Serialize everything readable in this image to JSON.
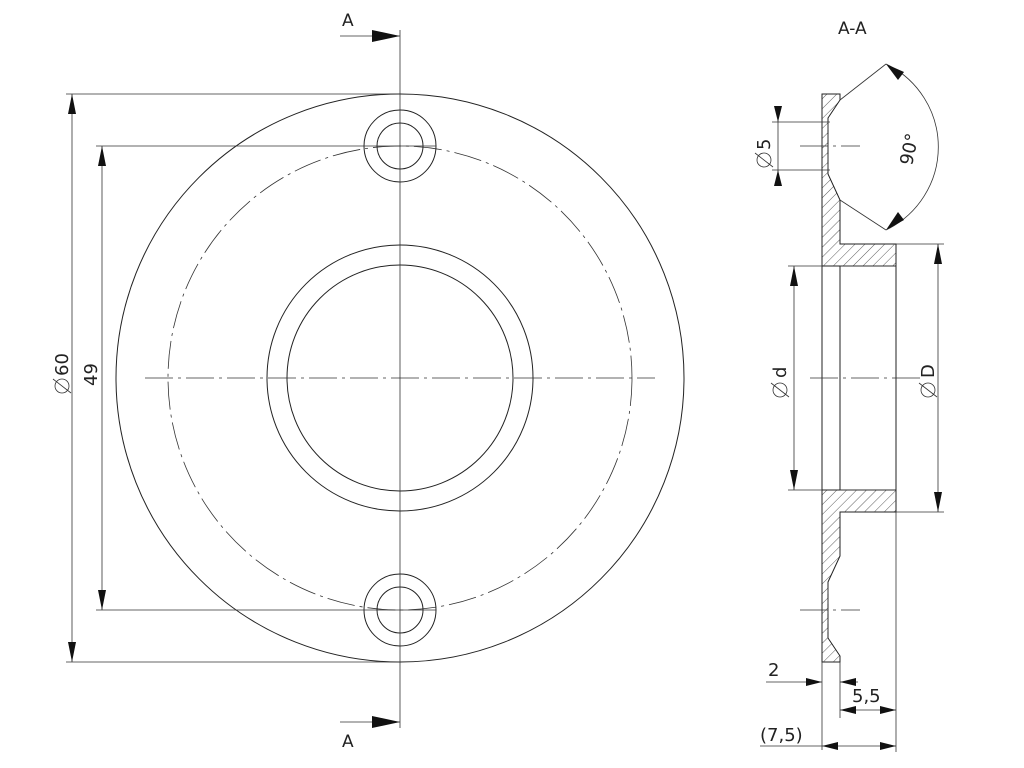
{
  "drawing": {
    "section_marker_top": "A",
    "section_marker_bottom": "A",
    "section_title": "A-A",
    "front_view": {
      "dim_outer_diameter": "60",
      "dim_bolt_circle": "49"
    },
    "section_view": {
      "dim_hole_diameter": "5",
      "dim_countersink_angle": "90°",
      "dim_inner_diameter": "d",
      "dim_outer_diameter": "D",
      "dim_plate_thickness": "2",
      "dim_collar_length": "5,5",
      "dim_total_length": "7,5"
    }
  }
}
